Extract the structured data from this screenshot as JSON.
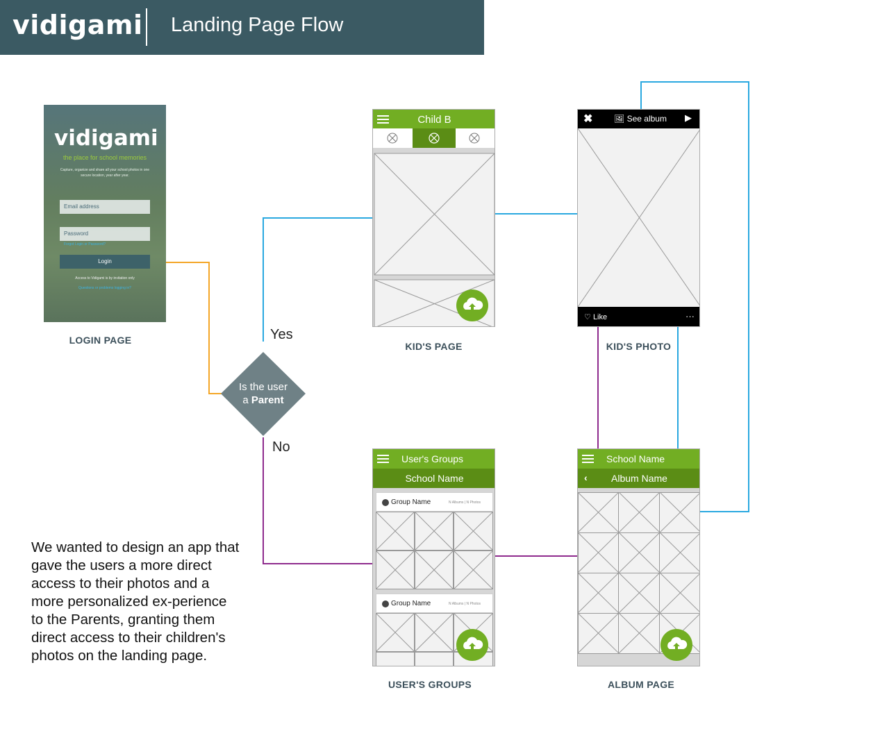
{
  "header": {
    "brand": "vidigami",
    "title": "Landing Page Flow"
  },
  "login": {
    "brand": "vidigami",
    "tagline": "the place for school memories",
    "description": "Capture, organize and share all your school photos in one secure location, year after year.",
    "email_placeholder": "Email address",
    "password_placeholder": "Password",
    "forgot": "Forgot Login or Password?",
    "button": "Login",
    "access_note": "Access to Vidigami is by invitation only",
    "questions": "Questions or problems logging in?",
    "caption": "LOGIN PAGE"
  },
  "decision": {
    "line1": "Is the user",
    "line2_prefix": "a ",
    "line2_bold": "Parent",
    "yes": "Yes",
    "no": "No"
  },
  "kids_page": {
    "title": "Child  B",
    "caption": "KID'S PAGE"
  },
  "kids_photo": {
    "see_album": "See album",
    "like": "Like",
    "caption": "KID'S PHOTO"
  },
  "users_groups": {
    "title": "User's Groups",
    "subtitle": "School Name",
    "groups": [
      {
        "name": "Group Name",
        "meta": "N Albums | N Photos"
      },
      {
        "name": "Group Name",
        "meta": "N Albums | N Photos"
      }
    ],
    "caption": "USER'S GROUPS"
  },
  "album_page": {
    "title": "School Name",
    "subtitle": "Album Name",
    "caption": "ALBUM PAGE"
  },
  "description": "We wanted to design an app that gave the users a more direct access to their photos and a more personalized ex-perience to the Parents, granting them direct access to their children's photos on the landing page.",
  "colors": {
    "header_bg": "#3b5a63",
    "green": "#72ae23",
    "dark_green": "#5b8d15",
    "orange_line": "#f4a627",
    "blue_line": "#29a8e0",
    "purple_line": "#8e2a8d",
    "diamond": "#6f8186"
  }
}
